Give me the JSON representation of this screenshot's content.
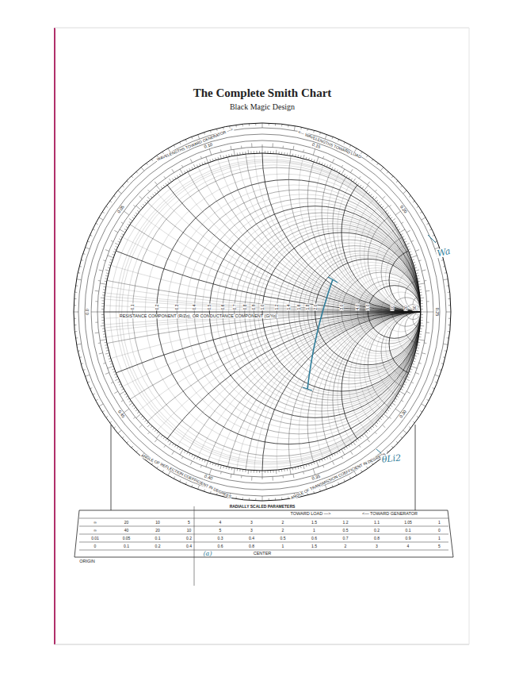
{
  "diagram": {
    "title": "The Complete Smith Chart",
    "labels": [
      "Black Magic Design",
      "RESISTANCE COMPONENT (R/Zo), OR CONDUCTANCE COMPONENT (G/Yo)",
      "WAVELENGTHS TOWARD GENERATOR —>",
      "<— WAVELENGTHS TOWARD LOAD",
      "ANGLE OF REFLECTION COEFFICIENT IN DEGREES",
      "ANGLE OF TRANSMISSION COEFFICIENT IN DEGREES",
      "RADIALLY SCALED PARAMETERS",
      "TOWARD LOAD —>",
      "<— TOWARD GENERATOR",
      "CENTER",
      "ORIGIN",
      "Wa",
      "θLi2",
      "(a)",
      "0.1",
      "0.2",
      "0.3",
      "0.4",
      "0.5",
      "0.6",
      "0.7",
      "0.8",
      "0.9",
      "1.0",
      "1.2",
      "1.4",
      "1.6",
      "1.8",
      "2.0",
      "3.0",
      "4.0",
      "5.0",
      "10",
      "20",
      "50",
      "0.0",
      "0.05",
      "0.10",
      "0.15",
      "0.20",
      "0.25",
      "0.30",
      "0.35",
      "0.40",
      "0.45",
      "∞",
      "20",
      "10",
      "5",
      "4",
      "3",
      "2",
      "1.5",
      "1.2",
      "1.1",
      "1.05",
      "1",
      "∞",
      "40",
      "20",
      "10",
      "5",
      "3",
      "2",
      "1",
      "0.5",
      "0.2",
      "0.1",
      "0",
      "0.01",
      "0.05",
      "0.1",
      "0.2",
      "0.3",
      "0.4",
      "0.5",
      "0.6",
      "0.7",
      "0.8",
      "0.9",
      "1",
      "0",
      "0.1",
      "0.2",
      "0.4",
      "0.6",
      "0.8",
      "1",
      "1.5",
      "2",
      "3",
      "4",
      "5"
    ]
  }
}
